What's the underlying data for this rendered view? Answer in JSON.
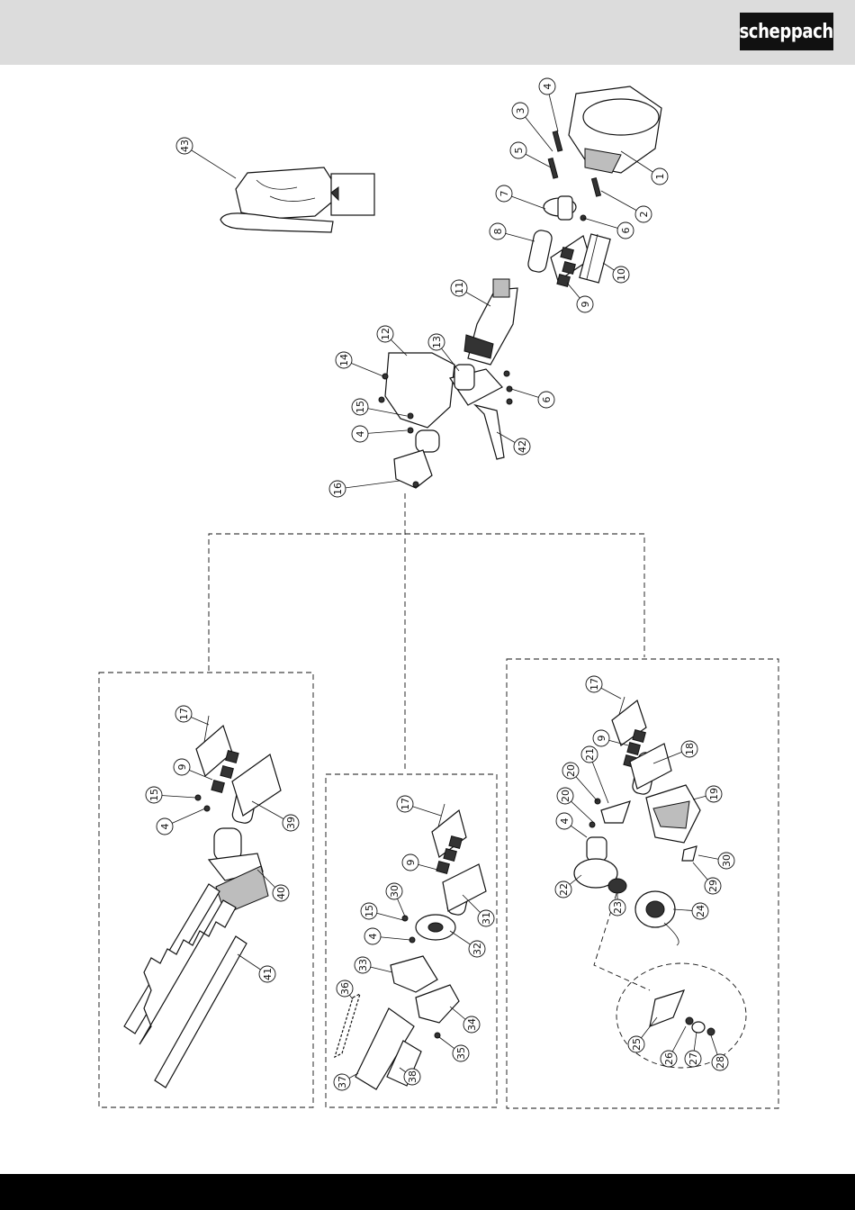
{
  "header": {
    "brand": "scheppach",
    "colors": {
      "bar": "#dcdcdc",
      "logo_bg": "#111111",
      "footer": "#000000"
    }
  },
  "diagram": {
    "callouts": [
      {
        "id": "c43a",
        "label": "43"
      },
      {
        "id": "c4a",
        "label": "4"
      },
      {
        "id": "c3a",
        "label": "3"
      },
      {
        "id": "c1a",
        "label": "1"
      },
      {
        "id": "c5a",
        "label": "5"
      },
      {
        "id": "c2a",
        "label": "2"
      },
      {
        "id": "c7a",
        "label": "7"
      },
      {
        "id": "c6a",
        "label": "6"
      },
      {
        "id": "c8a",
        "label": "8"
      },
      {
        "id": "c10a",
        "label": "10"
      },
      {
        "id": "c9a",
        "label": "9"
      },
      {
        "id": "c11a",
        "label": "11"
      },
      {
        "id": "c12a",
        "label": "12"
      },
      {
        "id": "c13a",
        "label": "13"
      },
      {
        "id": "c14a",
        "label": "14"
      },
      {
        "id": "c6b",
        "label": "6"
      },
      {
        "id": "c15a",
        "label": "15"
      },
      {
        "id": "c4b",
        "label": "4"
      },
      {
        "id": "c42a",
        "label": "42"
      },
      {
        "id": "c16a",
        "label": "16"
      },
      {
        "id": "c17a",
        "label": "17"
      },
      {
        "id": "c9b",
        "label": "9"
      },
      {
        "id": "c15b",
        "label": "15"
      },
      {
        "id": "c4c",
        "label": "4"
      },
      {
        "id": "c39a",
        "label": "39"
      },
      {
        "id": "c40a",
        "label": "40"
      },
      {
        "id": "c41a",
        "label": "41"
      },
      {
        "id": "c17b",
        "label": "17"
      },
      {
        "id": "c9c",
        "label": "9"
      },
      {
        "id": "c30a",
        "label": "30"
      },
      {
        "id": "c15c",
        "label": "15"
      },
      {
        "id": "c31a",
        "label": "31"
      },
      {
        "id": "c4d",
        "label": "4"
      },
      {
        "id": "c32a",
        "label": "32"
      },
      {
        "id": "c33a",
        "label": "33"
      },
      {
        "id": "c36a",
        "label": "36"
      },
      {
        "id": "c34a",
        "label": "34"
      },
      {
        "id": "c35a",
        "label": "35"
      },
      {
        "id": "c37a",
        "label": "37"
      },
      {
        "id": "c38a",
        "label": "38"
      },
      {
        "id": "c17c",
        "label": "17"
      },
      {
        "id": "c9d",
        "label": "9"
      },
      {
        "id": "c18a",
        "label": "18"
      },
      {
        "id": "c21a",
        "label": "21"
      },
      {
        "id": "c20a",
        "label": "20"
      },
      {
        "id": "c20b",
        "label": "20"
      },
      {
        "id": "c19a",
        "label": "19"
      },
      {
        "id": "c4e",
        "label": "4"
      },
      {
        "id": "c30b",
        "label": "30"
      },
      {
        "id": "c29a",
        "label": "29"
      },
      {
        "id": "c22a",
        "label": "22"
      },
      {
        "id": "c23a",
        "label": "23"
      },
      {
        "id": "c24a",
        "label": "24"
      },
      {
        "id": "c25a",
        "label": "25"
      },
      {
        "id": "c26a",
        "label": "26"
      },
      {
        "id": "c27a",
        "label": "27"
      },
      {
        "id": "c28a",
        "label": "28"
      }
    ]
  }
}
